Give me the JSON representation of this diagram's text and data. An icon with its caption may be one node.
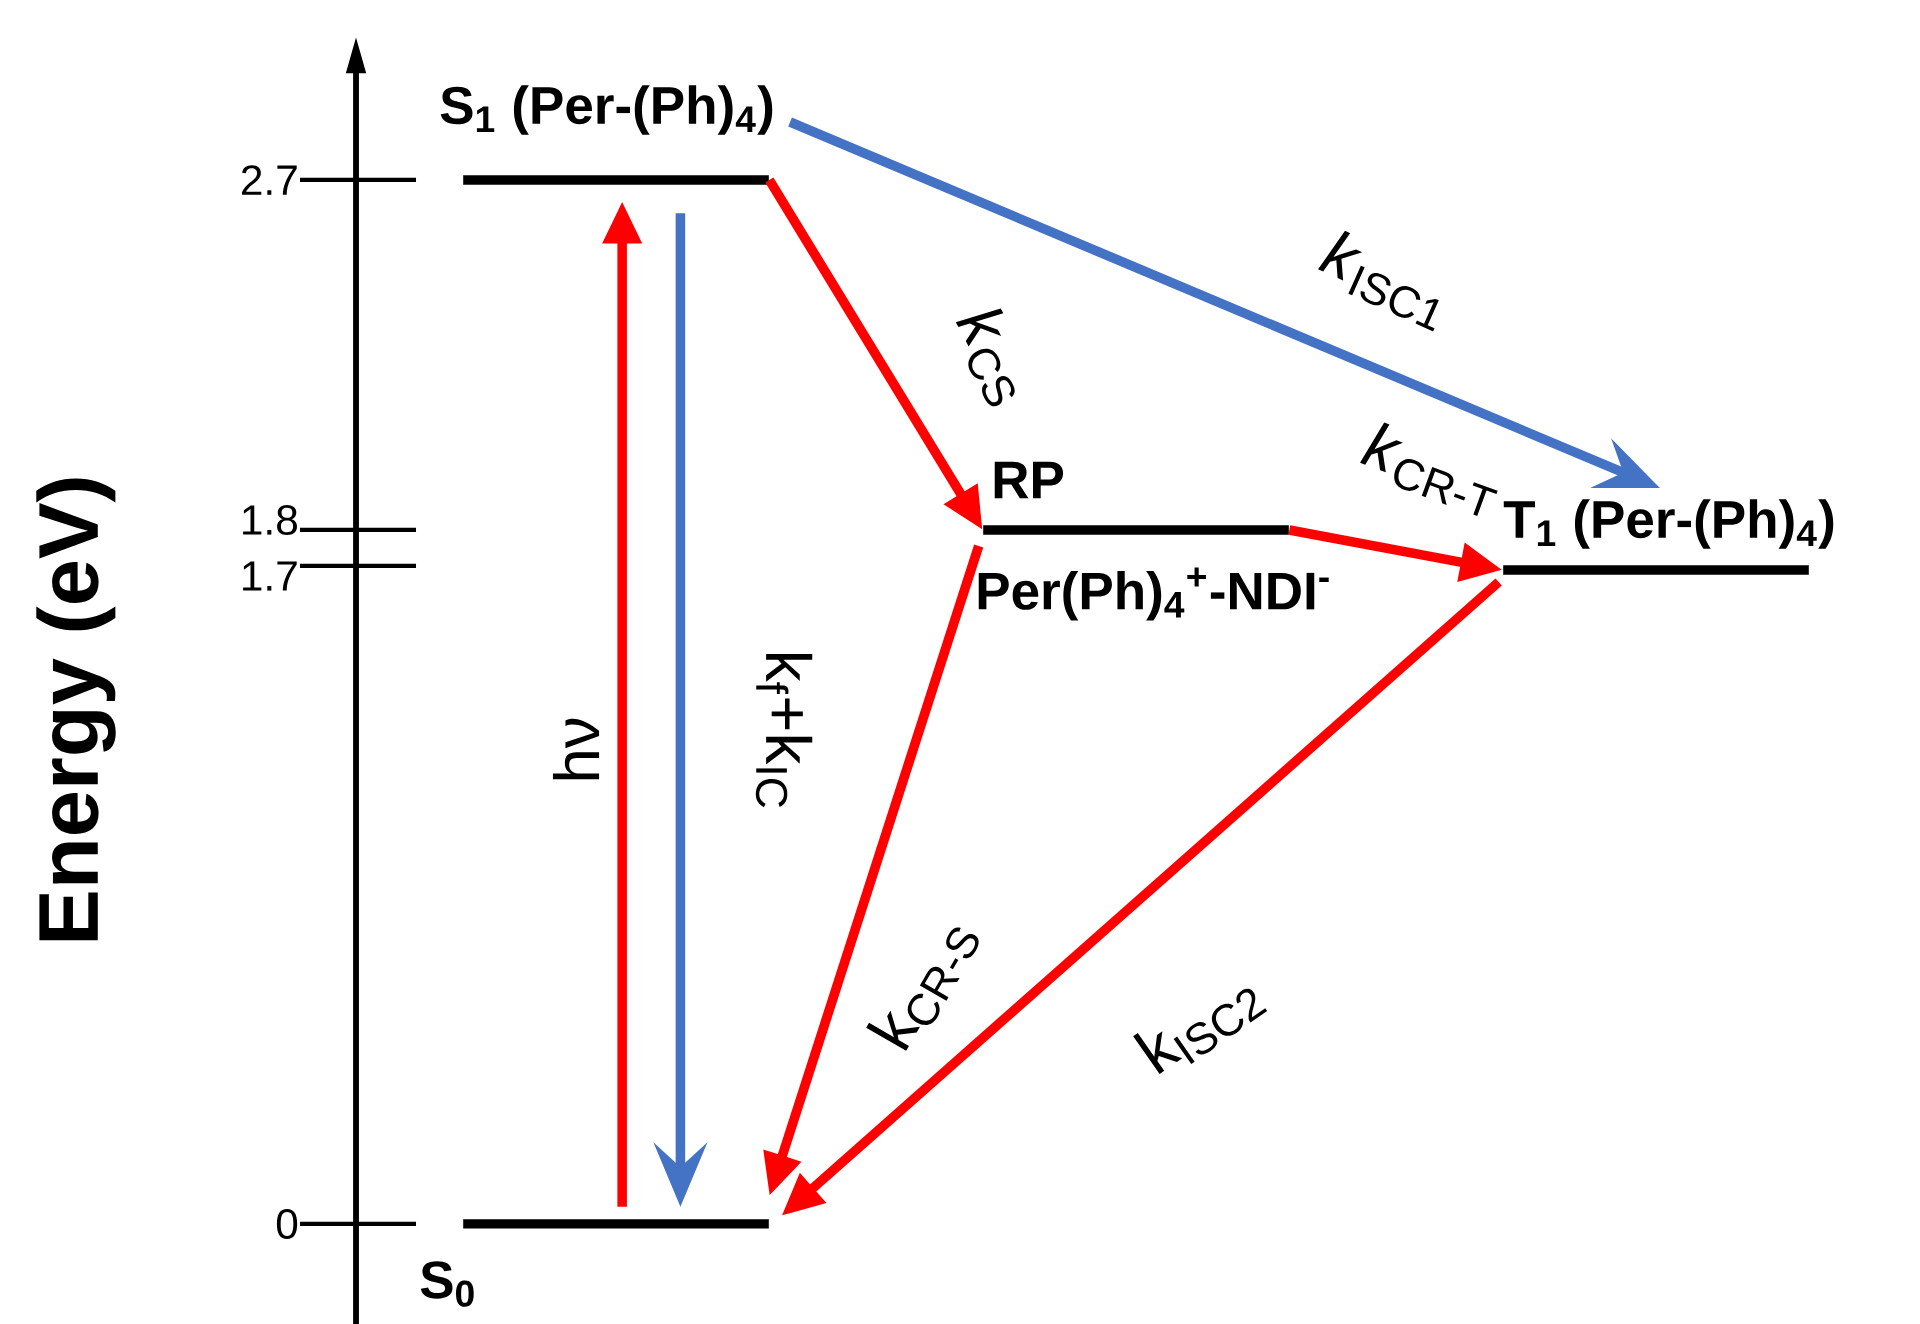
{
  "diagram": {
    "nodes": [
      {
        "text": [
          "S$_{1}$ (Per-(Ph)$_{4}$)"
        ]
      },
      {
        "text": [
          "RP",
          "Per(Ph)$_{4}$$^{+}$-NDI$^{-}$"
        ]
      },
      {
        "text": [
          "T$_{1}$ (Per-(Ph)$_{4}$)"
        ]
      },
      {
        "text": [
          "S$_{0}$"
        ]
      }
    ],
    "edges": [
      {
        "from": 3,
        "to": 0,
        "arrow": "to",
        "label": "hν"
      },
      {
        "from": 0,
        "to": 3,
        "arrow": "to",
        "color": "#4472c4"
      },
      {
        "from": 0,
        "to": 1,
        "arrow": "to",
        "label": "*k*$_{CS}$"
      },
      {
        "from": 0,
        "to": 2,
        "arrow": "to",
        "label": "*k*$_{ISC1}$",
        "color": "#4472c4"
      },
      {
        "from": 1,
        "to": 2,
        "arrow": "to",
        "label": "*k*$_{CR-T}$"
      },
      {
        "from": 1,
        "to": 3,
        "arrow": "to",
        "label": "k$_{CR-S}$"
      },
      {
        "from": 2,
        "to": 3,
        "arrow": "to",
        "label": "k$_{ISC2}$"
      }
    ],
    "labels": [
      "Energy (eV)",
      "2.7",
      "1.8",
      "1.7",
      "0",
      "k$_{f}$+k$_{IC}$"
    ]
  }
}
